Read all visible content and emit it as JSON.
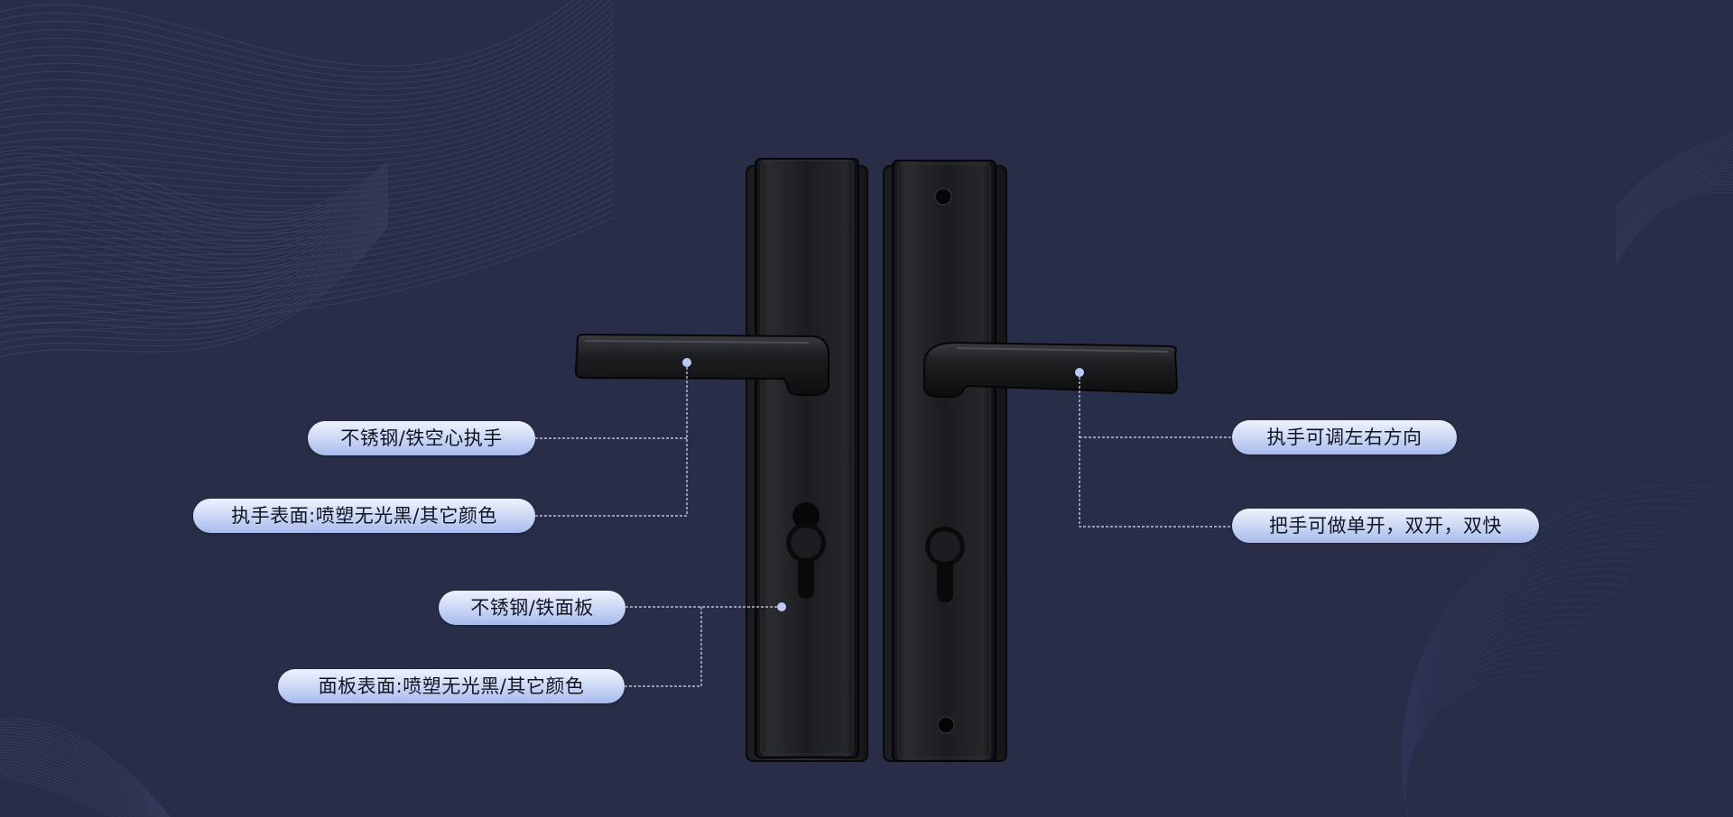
{
  "callouts_left": [
    {
      "label": "不锈钢/铁空心执手"
    },
    {
      "label": "执手表面:喷塑无光黑/其它颜色"
    },
    {
      "label": "不锈钢/铁面板"
    },
    {
      "label": "面板表面:喷塑无光黑/其它颜色"
    }
  ],
  "callouts_right": [
    {
      "label": "执手可调左右方向"
    },
    {
      "label": "把手可做单开，双开，双快"
    }
  ],
  "colors": {
    "background": "#292e48",
    "pill_gradient_top": "#eef2fd",
    "pill_gradient_bottom": "#a8bbee",
    "leader_line": "#d8ddea",
    "marker_dot": "#b9c8f6",
    "product_black": "#151617"
  },
  "product": {
    "name": "black-lever-handle-lock-set"
  }
}
